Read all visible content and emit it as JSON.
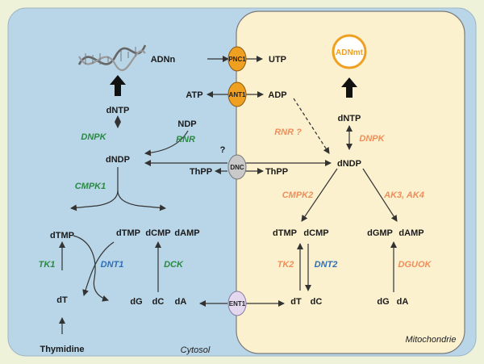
{
  "compartments": {
    "cytosol": "Cytosol",
    "mitochondria": "Mitochondrie"
  },
  "transporters": {
    "pnc1": "PNC1",
    "ant1": "ANT1",
    "dnc": "DNC",
    "ent1": "ENT1"
  },
  "cytosol": {
    "adn": "ADNn",
    "dntp": "dNTP",
    "dndp": "dNDP",
    "ndp": "NDP",
    "atp": "ATP",
    "thpp": "ThPP",
    "question": "?",
    "dtmp": "dTMP",
    "dtmp2": "dTMP",
    "dcmp": "dCMP",
    "damp": "dAMP",
    "dt": "dT",
    "dg": "dG",
    "dc": "dC",
    "da": "dA",
    "thymidine": "Thymidine"
  },
  "cytosol_enzymes": {
    "dnpk": "DNPK",
    "rnr": "RNR",
    "cmpk1": "CMPK1",
    "tk1": "TK1",
    "dnt1": "DNT1",
    "dck": "DCK"
  },
  "mito": {
    "utp": "UTP",
    "adp": "ADP",
    "adnmt": "ADNmt",
    "dntp": "dNTP",
    "dndp": "dNDP",
    "thpp": "ThPP",
    "dtmp": "dTMP",
    "dcmp": "dCMP",
    "dgmp": "dGMP",
    "damp": "dAMP",
    "dt": "dT",
    "dc": "dC",
    "dg": "dG",
    "da": "dA"
  },
  "mito_enzymes": {
    "rnr": "RNR ?",
    "dnpk": "DNPK",
    "cmpk2": "CMPK2",
    "ak": "AK3, AK4",
    "tk2": "TK2",
    "dnt2": "DNT2",
    "dguok": "DGUOK"
  },
  "colors": {
    "cytosol_bg": "#b9d5e8",
    "mito_bg": "#fbf1cf",
    "transporter_orange": "#f0a020",
    "transporter_grey": "#c9c9c9",
    "transporter_lilac": "#e3d8ee",
    "enzyme_green": "#2a8a44",
    "enzyme_blue": "#2e6fb5",
    "enzyme_orange": "#f08e5a"
  }
}
